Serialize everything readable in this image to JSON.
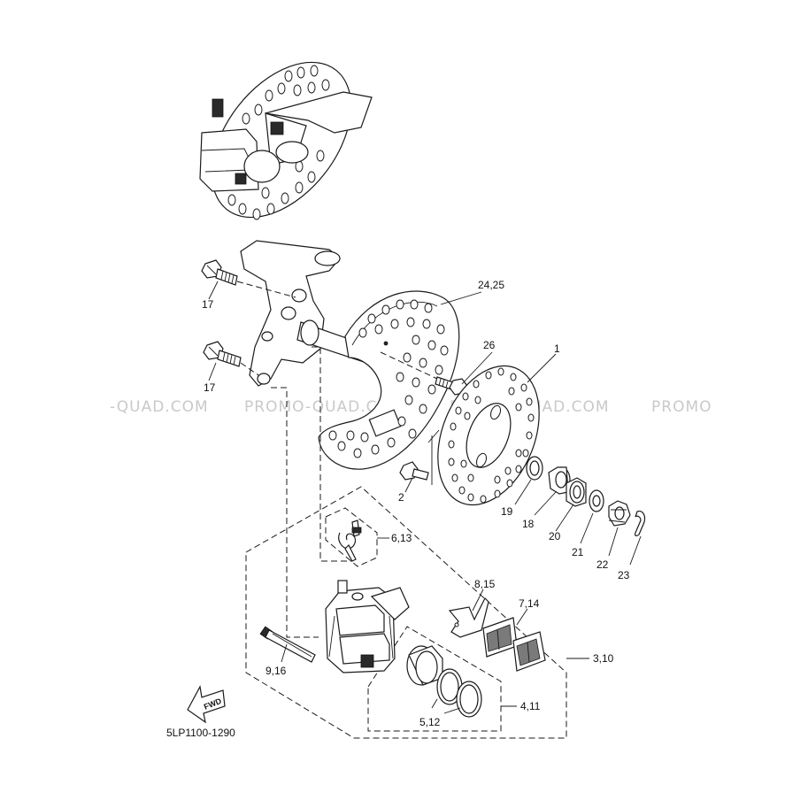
{
  "diagram": {
    "watermarks": [
      "-QUAD.COM",
      "PROMO-QUAD.COM",
      "PROMO-QUAD.COM",
      "PROMO"
    ],
    "fwd_label": "FWD",
    "drawing_code": "5LP1100-1290",
    "part_labels": {
      "p17a": "17",
      "p17b": "17",
      "p24_25": "24,25",
      "p26": "26",
      "p1": "1",
      "p2": "2",
      "p19": "19",
      "p18": "18",
      "p20": "20",
      "p21": "21",
      "p22": "22",
      "p23": "23",
      "p6_13": "6,13",
      "p8_15": "8,15",
      "p7_14": "7,14",
      "p3_10": "3,10",
      "p9_16": "9,16",
      "p4_11": "4,11",
      "p5_12": "5,12"
    }
  }
}
